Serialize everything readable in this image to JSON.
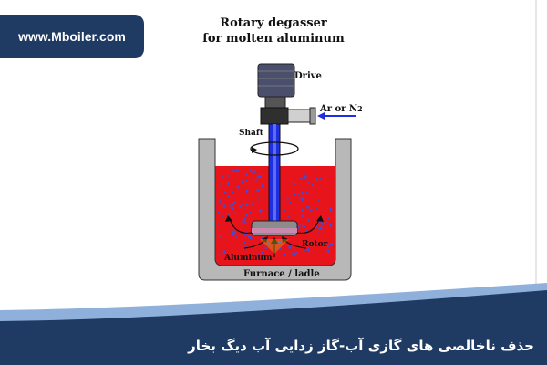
{
  "site": {
    "url": "www.Mboiler.com"
  },
  "diagram": {
    "title_line1": "Rotary degasser",
    "title_line2": "for molten aluminum",
    "labels": {
      "drive": "Drive",
      "gas": "Ar or N",
      "gas_sub": "2",
      "shaft": "Shaft",
      "rotor": "Rotor",
      "aluminum": "Aluminum",
      "furnace": "Furnace / ladle"
    },
    "colors": {
      "melt": "#e8141b",
      "shaft": "#1d2fe0",
      "bubbles": "#3b4fd9",
      "ladle": "#b8b8b8",
      "motor": "#4a4f6e"
    }
  },
  "footer": {
    "caption": "حذف ناخالصی های گازی آب-گاز زدایی آب دیگ بخار",
    "accent": "#1f3a63"
  }
}
